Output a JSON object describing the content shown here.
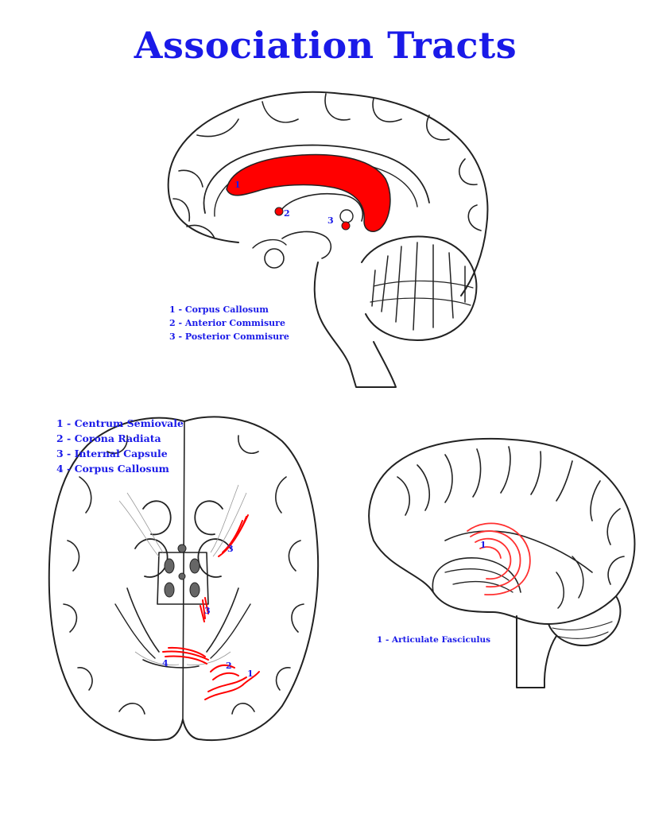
{
  "title": "Association Tracts",
  "colors": {
    "title": "#1a1ae8",
    "tract": "#ff0000",
    "outline": "#222222"
  },
  "sagittal": {
    "markers": [
      "1",
      "2",
      "3"
    ],
    "legend": [
      "1 - Corpus Callosum",
      "2 - Anterior Commisure",
      "3 - Posterior Commisure"
    ]
  },
  "horizontal": {
    "markers": [
      "3",
      "3",
      "4",
      "2",
      "1"
    ],
    "legend": [
      "1 - Centrum Semiovale",
      "2 - Corona Radiata",
      "3 - Internal Capsule",
      "4 - Corpus Callosum"
    ]
  },
  "lateral": {
    "markers": [
      "1"
    ],
    "legend": [
      "1 - Articulate Fasciculus"
    ]
  }
}
